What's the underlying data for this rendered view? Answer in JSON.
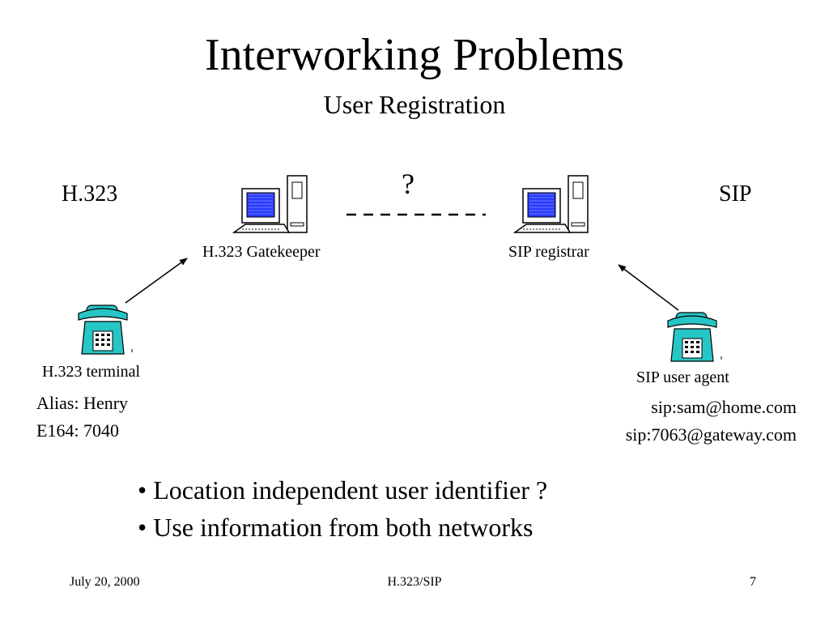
{
  "title": "Interworking Problems",
  "subtitle": "User Registration",
  "networks": {
    "left": "H.323",
    "right": "SIP"
  },
  "link": {
    "label": "?"
  },
  "nodes": {
    "gatekeeper": {
      "label": "H.323 Gatekeeper",
      "icon": "computer-icon"
    },
    "registrar": {
      "label": "SIP registrar",
      "icon": "computer-icon"
    },
    "terminal": {
      "label": "H.323 terminal",
      "icon": "phone-icon",
      "details": [
        "Alias: Henry",
        "E164: 7040"
      ]
    },
    "user_agent": {
      "label": "SIP user agent",
      "icon": "phone-icon",
      "details": [
        "sip:sam@home.com",
        "sip:7063@gateway.com"
      ]
    }
  },
  "bullets": [
    "Location independent user identifier ?",
    "Use information from both networks"
  ],
  "footer": {
    "date": "July 20, 2000",
    "center": "H.323/SIP",
    "page": "7"
  },
  "colors": {
    "monitor_screen": "#2a3cff",
    "phone_body": "#27c6c6"
  }
}
